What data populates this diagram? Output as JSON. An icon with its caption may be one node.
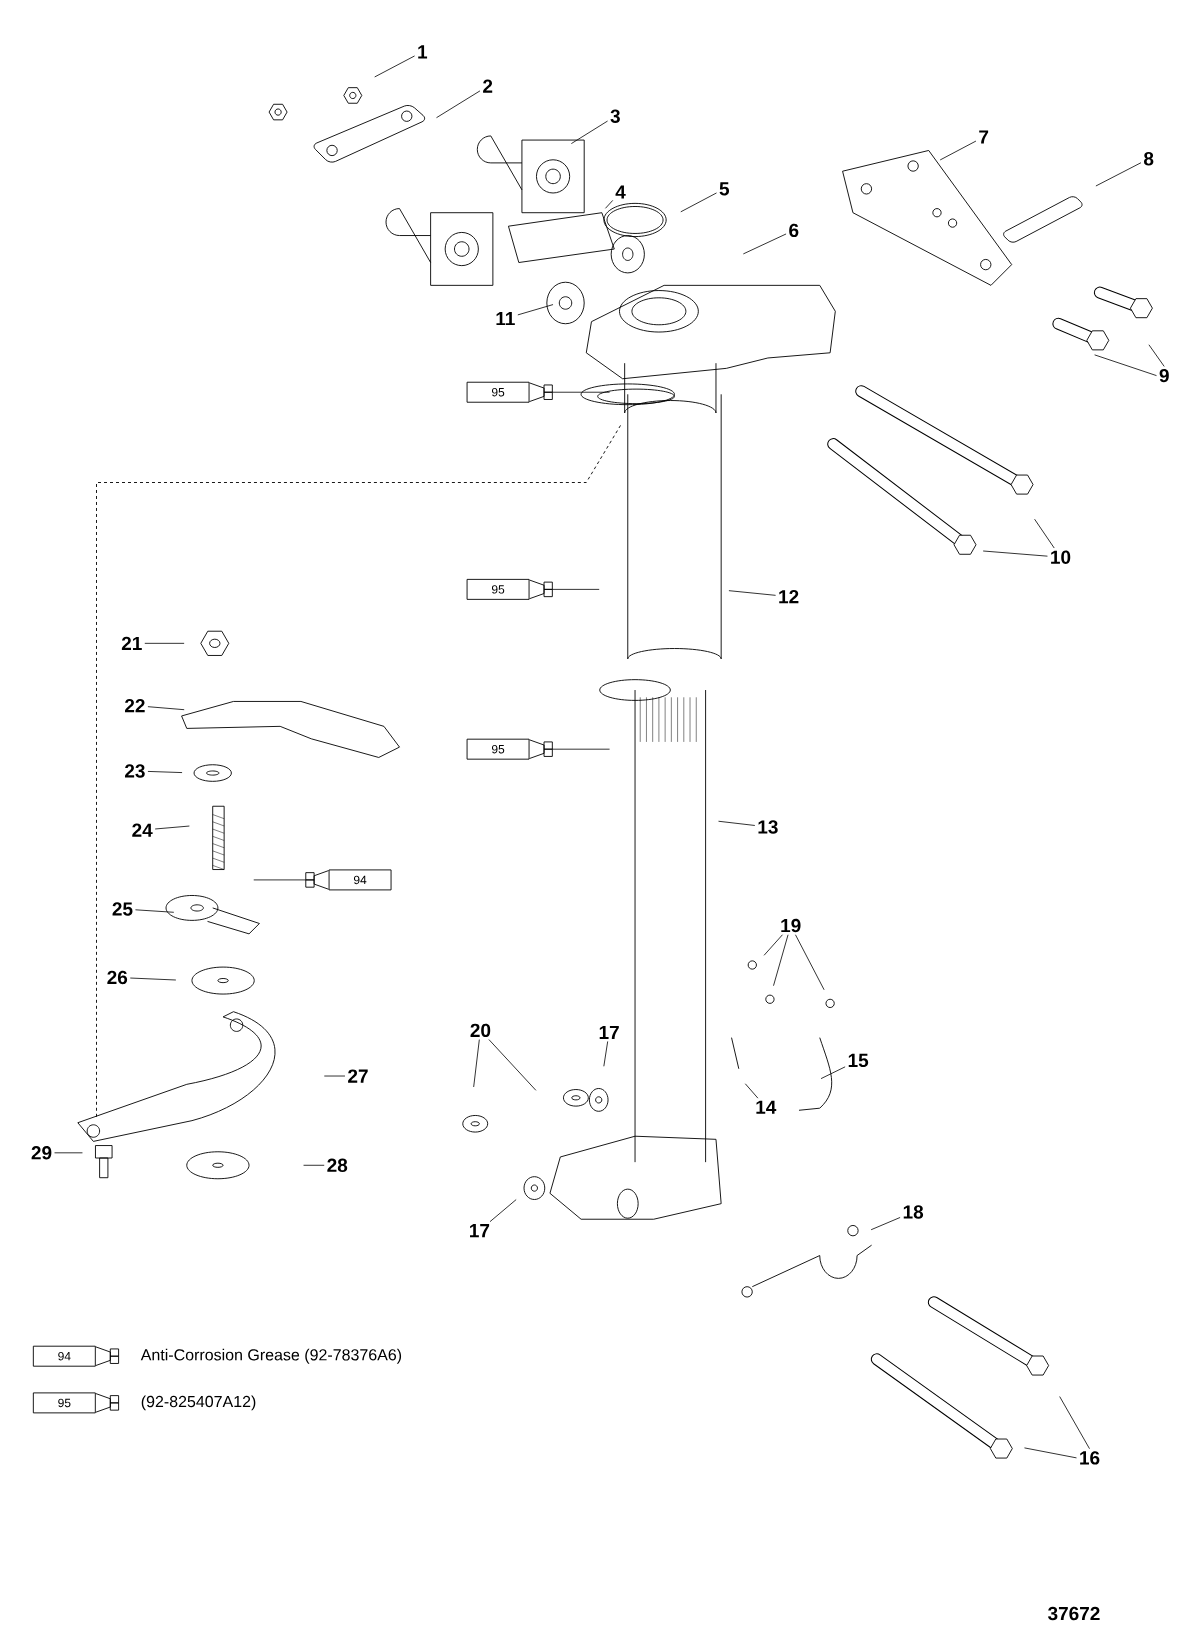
{
  "diagram": {
    "nodes": [
      {
        "text": [
          "1"
        ]
      },
      {
        "text": [
          "2"
        ]
      },
      {
        "text": [
          "3"
        ]
      },
      {
        "text": [
          "4"
        ]
      },
      {
        "text": [
          "5"
        ]
      },
      {
        "text": [
          "6"
        ]
      },
      {
        "text": [
          "7"
        ]
      },
      {
        "text": [
          "8"
        ]
      },
      {
        "text": [
          "9"
        ]
      },
      {
        "text": [
          "10"
        ]
      },
      {
        "text": [
          "11"
        ]
      },
      {
        "text": [
          "12"
        ]
      },
      {
        "text": [
          "13"
        ]
      },
      {
        "text": [
          "14"
        ]
      },
      {
        "text": [
          "15"
        ]
      },
      {
        "text": [
          "16"
        ]
      },
      {
        "text": [
          "17"
        ]
      },
      {
        "text": [
          "17"
        ]
      },
      {
        "text": [
          "18"
        ]
      },
      {
        "text": [
          "19"
        ]
      },
      {
        "text": [
          "20"
        ]
      },
      {
        "text": [
          "21"
        ]
      },
      {
        "text": [
          "22"
        ]
      },
      {
        "text": [
          "23"
        ]
      },
      {
        "text": [
          "24"
        ]
      },
      {
        "text": [
          "25"
        ]
      },
      {
        "text": [
          "26"
        ]
      },
      {
        "text": [
          "27"
        ]
      },
      {
        "text": [
          "28"
        ]
      },
      {
        "text": [
          "29"
        ]
      },
      {
        "text": [
          "95"
        ]
      },
      {
        "text": [
          "95"
        ]
      },
      {
        "text": [
          "95"
        ]
      },
      {
        "text": [
          "94"
        ]
      },
      {
        "text": [
          "94"
        ],
        "beside": [
          "Anti-Corrosion Grease (92-78376A6)"
        ]
      },
      {
        "text": [
          "95"
        ],
        "beside": [
          "(92-825407A12)"
        ]
      }
    ],
    "edges": [
      {
        "from": 0,
        "to": null,
        "arrow": "none"
      },
      {
        "from": 1,
        "to": null,
        "arrow": "none"
      },
      {
        "from": 2,
        "to": null,
        "arrow": "none"
      },
      {
        "from": 3,
        "to": null,
        "arrow": "none"
      },
      {
        "from": 4,
        "to": null,
        "arrow": "none"
      },
      {
        "from": 5,
        "to": null,
        "arrow": "none"
      },
      {
        "from": 6,
        "to": null,
        "arrow": "none"
      },
      {
        "from": 7,
        "to": null,
        "arrow": "none"
      },
      {
        "from": 8,
        "to": null,
        "arrow": "none"
      },
      {
        "from": 8,
        "to": null,
        "arrow": "none"
      },
      {
        "from": 9,
        "to": null,
        "arrow": "none"
      },
      {
        "from": 9,
        "to": null,
        "arrow": "none"
      },
      {
        "from": 10,
        "to": null,
        "arrow": "none"
      },
      {
        "from": 11,
        "to": null,
        "arrow": "none"
      },
      {
        "from": 12,
        "to": null,
        "arrow": "none"
      },
      {
        "from": 13,
        "to": null,
        "arrow": "none"
      },
      {
        "from": 14,
        "to": null,
        "arrow": "none"
      },
      {
        "from": 15,
        "to": null,
        "arrow": "none"
      },
      {
        "from": 15,
        "to": null,
        "arrow": "none"
      },
      {
        "from": 16,
        "to": null,
        "arrow": "none"
      },
      {
        "from": 17,
        "to": null,
        "arrow": "none"
      },
      {
        "from": 18,
        "to": null,
        "arrow": "none"
      },
      {
        "from": 19,
        "to": null,
        "arrow": "none"
      },
      {
        "from": 19,
        "to": null,
        "arrow": "none"
      },
      {
        "from": 19,
        "to": null,
        "arrow": "none"
      },
      {
        "from": 20,
        "to": null,
        "arrow": "none"
      },
      {
        "from": 20,
        "to": null,
        "arrow": "none"
      },
      {
        "from": 21,
        "to": null,
        "arrow": "none"
      },
      {
        "from": 22,
        "to": null,
        "arrow": "none"
      },
      {
        "from": 23,
        "to": null,
        "arrow": "none"
      },
      {
        "from": 24,
        "to": null,
        "arrow": "none"
      },
      {
        "from": 25,
        "to": null,
        "arrow": "none"
      },
      {
        "from": 26,
        "to": null,
        "arrow": "none"
      },
      {
        "from": 27,
        "to": null,
        "arrow": "none"
      },
      {
        "from": 28,
        "to": null,
        "arrow": "none"
      },
      {
        "from": 29,
        "to": null,
        "arrow": "none"
      },
      {
        "from": 30,
        "to": null,
        "arrow": "none"
      },
      {
        "from": 31,
        "to": null,
        "arrow": "none"
      },
      {
        "from": 32,
        "to": null,
        "arrow": "none"
      },
      {
        "from": 33,
        "to": null,
        "arrow": "none"
      }
    ],
    "labels": [
      "37672"
    ]
  }
}
